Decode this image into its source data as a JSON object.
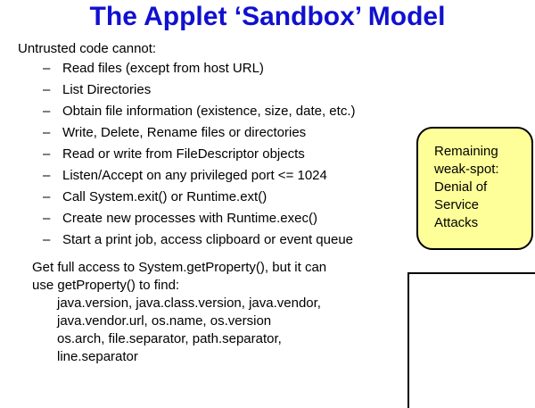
{
  "title": "The Applet ‘Sandbox’ Model",
  "intro": "Untrusted code cannot:",
  "bullets": [
    "Read files (except from host URL)",
    "List Directories",
    "Obtain file information (existence, size, date, etc.)",
    "Write, Delete, Rename files or directories",
    "Read or write from FileDescriptor objects",
    "Listen/Accept on any privileged port <= 1024",
    "Call System.exit() or Runtime.ext()",
    "Create new processes with Runtime.exec()",
    "Start a print job, access clipboard or event queue"
  ],
  "bullet_marker": "–",
  "paragraph": {
    "lines": [
      "Get full access to System.getProperty(), but it can",
      "use getProperty() to find:"
    ],
    "indented": [
      "java.version, java.class.version, java.vendor,",
      "java.vendor.url, os.name, os.version",
      "os.arch, file.separator, path.separator,",
      "line.separator"
    ]
  },
  "callout": {
    "lines": [
      "Remaining",
      "weak-spot:",
      "Denial of",
      "Service",
      "Attacks"
    ],
    "color": "#ffff99"
  }
}
